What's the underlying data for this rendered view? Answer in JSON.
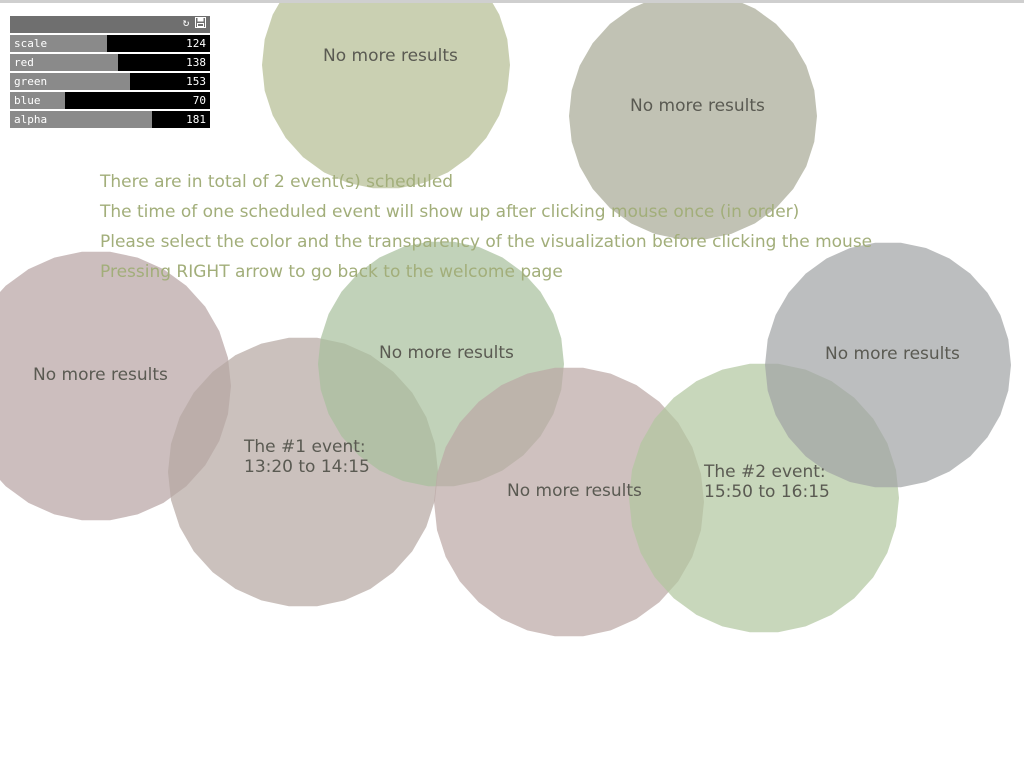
{
  "controls": {
    "sliders": [
      {
        "label": "scale",
        "value": "124",
        "fraction": 0.485
      },
      {
        "label": "red",
        "value": "138",
        "fraction": 0.54
      },
      {
        "label": "green",
        "value": "153",
        "fraction": 0.6
      },
      {
        "label": "blue",
        "value": "70",
        "fraction": 0.275
      },
      {
        "label": "alpha",
        "value": "181",
        "fraction": 0.71
      }
    ],
    "icons": [
      "refresh-icon",
      "save-icon"
    ]
  },
  "instructions": [
    "There are in total of 2 event(s) scheduled",
    "The time of one scheduled event will show up after clicking mouse once (in order)",
    "Please select the color and the transparency of the visualization before clicking the mouse",
    "Pressing RIGHT arrow to go back to the welcome page"
  ],
  "bubbles": [
    {
      "name": "bubble-top-left",
      "lines": [
        "No more results"
      ],
      "color": "#b4bd92"
    },
    {
      "name": "bubble-top-right",
      "lines": [
        "No more results"
      ],
      "color": "#a7a996"
    },
    {
      "name": "bubble-left",
      "lines": [
        "No more results"
      ],
      "color": "#b7a3a3"
    },
    {
      "name": "bubble-event-1",
      "lines": [
        "The #1 event:",
        "13:20 to 14:15"
      ],
      "color": "#b6a8a2"
    },
    {
      "name": "bubble-center",
      "lines": [
        "No more results"
      ],
      "color": "#a8c09c"
    },
    {
      "name": "bubble-bottom-center",
      "lines": [
        "No more results"
      ],
      "color": "#bca7a5"
    },
    {
      "name": "bubble-event-2",
      "lines": [
        "The #2 event:",
        "15:50 to 16:15"
      ],
      "color": "#b2c69f"
    },
    {
      "name": "bubble-right",
      "lines": [
        "No more results"
      ],
      "color": "#a1a4a5"
    }
  ]
}
